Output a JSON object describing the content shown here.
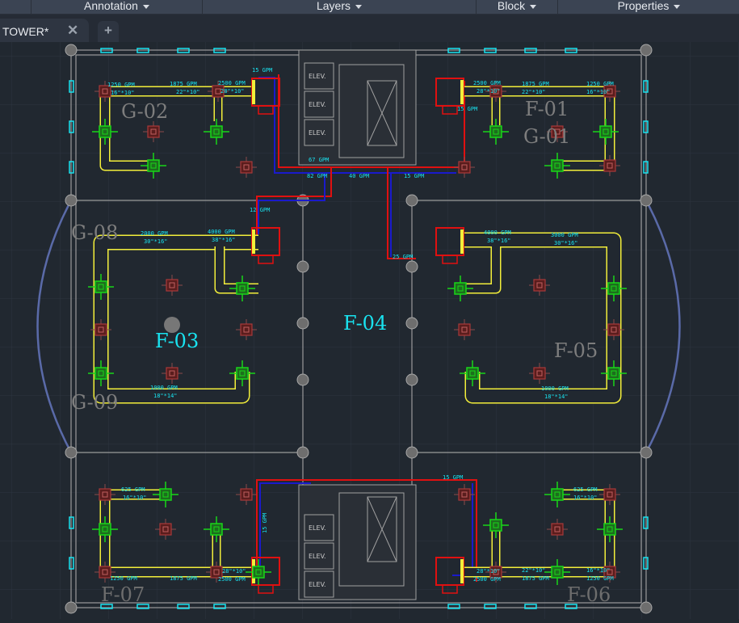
{
  "ribbon": {
    "panels": [
      {
        "label": "Annotation"
      },
      {
        "label": "Layers"
      },
      {
        "label": "Block"
      },
      {
        "label": "Properties"
      }
    ]
  },
  "tabs": {
    "active": {
      "label": "TOWER*"
    },
    "close_icon": "close-icon",
    "add_label": "+"
  },
  "colors": {
    "background": "#212830",
    "duct": "#f2ee3a",
    "supply_diffuser": "#19d619",
    "return_grille": "#8a2525",
    "pipe_supply": "#e01010",
    "pipe_return": "#1a1acc",
    "annotation": "#19e3f0"
  },
  "drawing": {
    "zones": {
      "g02": "G-02",
      "g01": "G-01",
      "f01": "F-01",
      "g08": "G-08",
      "g09": "G-09",
      "f03": "F-03",
      "f04": "F-04",
      "f05": "F-05",
      "f07": "F-07",
      "f06": "F-06"
    },
    "elevator": "ELEV.",
    "labels": {
      "tl_a": "1250 GPM",
      "tl_a2": "16\"*10\"",
      "tl_b": "1875 GPM",
      "tl_b2": "22\"*10\"",
      "tl_c": "2500 GPM",
      "tl_c2": "28\"*10\"",
      "tl_pipe": "15 GPM",
      "tr_a": "2500 GPM",
      "tr_a2": "28\"*10\"",
      "tr_b": "1875 GPM",
      "tr_b2": "22\"*10\"",
      "tr_c": "1250 GPM",
      "tr_c2": "16\"*10\"",
      "tr_pipe": "15 GPM",
      "c_a": "67 GPM",
      "c_b": "82 GPM",
      "c_c": "40 GPM",
      "c_d": "15 GPM",
      "c_e": "25 GPM",
      "c_f": "12 GPM",
      "f03_a": "2000 GPM",
      "f03_a2": "30\"*16\"",
      "f03_b": "4000 GPM",
      "f03_b2": "38\"*16\"",
      "f03_c": "1000 GPM",
      "f03_c2": "18\"*14\"",
      "f05_a": "4000 GPM",
      "f05_a2": "38\"*16\"",
      "f05_b": "3000 GPM",
      "f05_b2": "30\"*16\"",
      "f05_c": "1000 GPM",
      "f05_c2": "18\"*14\"",
      "bl_a": "625 GPM",
      "bl_a2": "16\"*10\"",
      "bl_b": "1250 GPM",
      "bl_c": "1875 GPM",
      "bl_d": "2500 GPM",
      "bl_d2": "28\"*10\"",
      "bl_pipe": "15 GPM",
      "br_a": "625 GPM",
      "br_a2": "16\"*10\"",
      "br_b": "2500 GPM",
      "br_b2": "28\"*10\"",
      "br_c": "1875 GPM",
      "br_c2": "22\"*10\"",
      "br_d": "1250 GPM",
      "br_d2": "16\"*10\"",
      "br_pipe": "15 GPM"
    }
  }
}
